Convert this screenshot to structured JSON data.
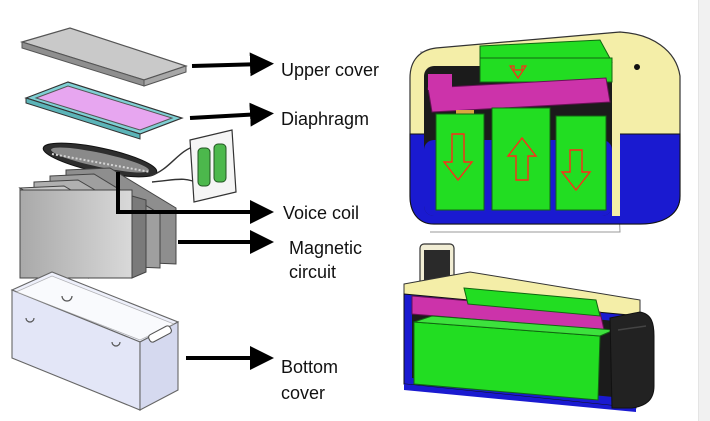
{
  "labels": {
    "upper_cover": "Upper cover",
    "diaphragm": "Diaphragm",
    "voice_coil": "Voice coil",
    "magnetic_1": "Magnetic",
    "magnetic_2": "circuit",
    "bottom_1": "Bottom",
    "bottom_2": "cover"
  },
  "colors": {
    "green": "#22dd22",
    "magenta": "#cc33aa",
    "yellow": "#f4eea8",
    "blue": "#1a1ad0",
    "arrow": "#ff2a1a",
    "gray": "#b4b4b4"
  }
}
